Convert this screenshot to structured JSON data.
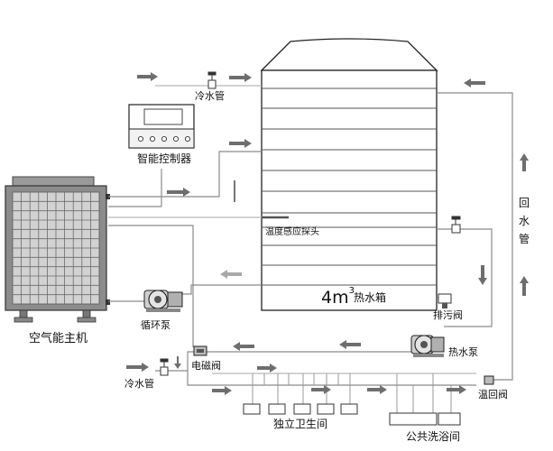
{
  "labels": {
    "cold_water_top": "冷水管",
    "controller": "智能控制器",
    "temp_probe": "温度感应探头",
    "tank_volume_base": "4m",
    "tank_volume_sup": "3",
    "tank_name": "热水箱",
    "host": "空气能主机",
    "circ_pump": "循环泵",
    "drain_valve": "排污阀",
    "hot_pump": "热水泵",
    "return_pipe": "回水管",
    "solenoid_valve": "电磁阀",
    "cold_water_bottom": "冷水管",
    "return_valve": "温回阀",
    "bathroom": "独立卫生间",
    "shower": "公共洗浴间"
  },
  "icons": {
    "flow_arrow": "block-arrow-icon",
    "valve": "valve-icon",
    "pump": "pump-icon"
  },
  "colors": {
    "pipe": "#8a8a8a",
    "arrow": "#6e6e6e",
    "outline": "#222222",
    "host_fill": "#c8c8c8",
    "host_grid": "#6b6b6b"
  }
}
